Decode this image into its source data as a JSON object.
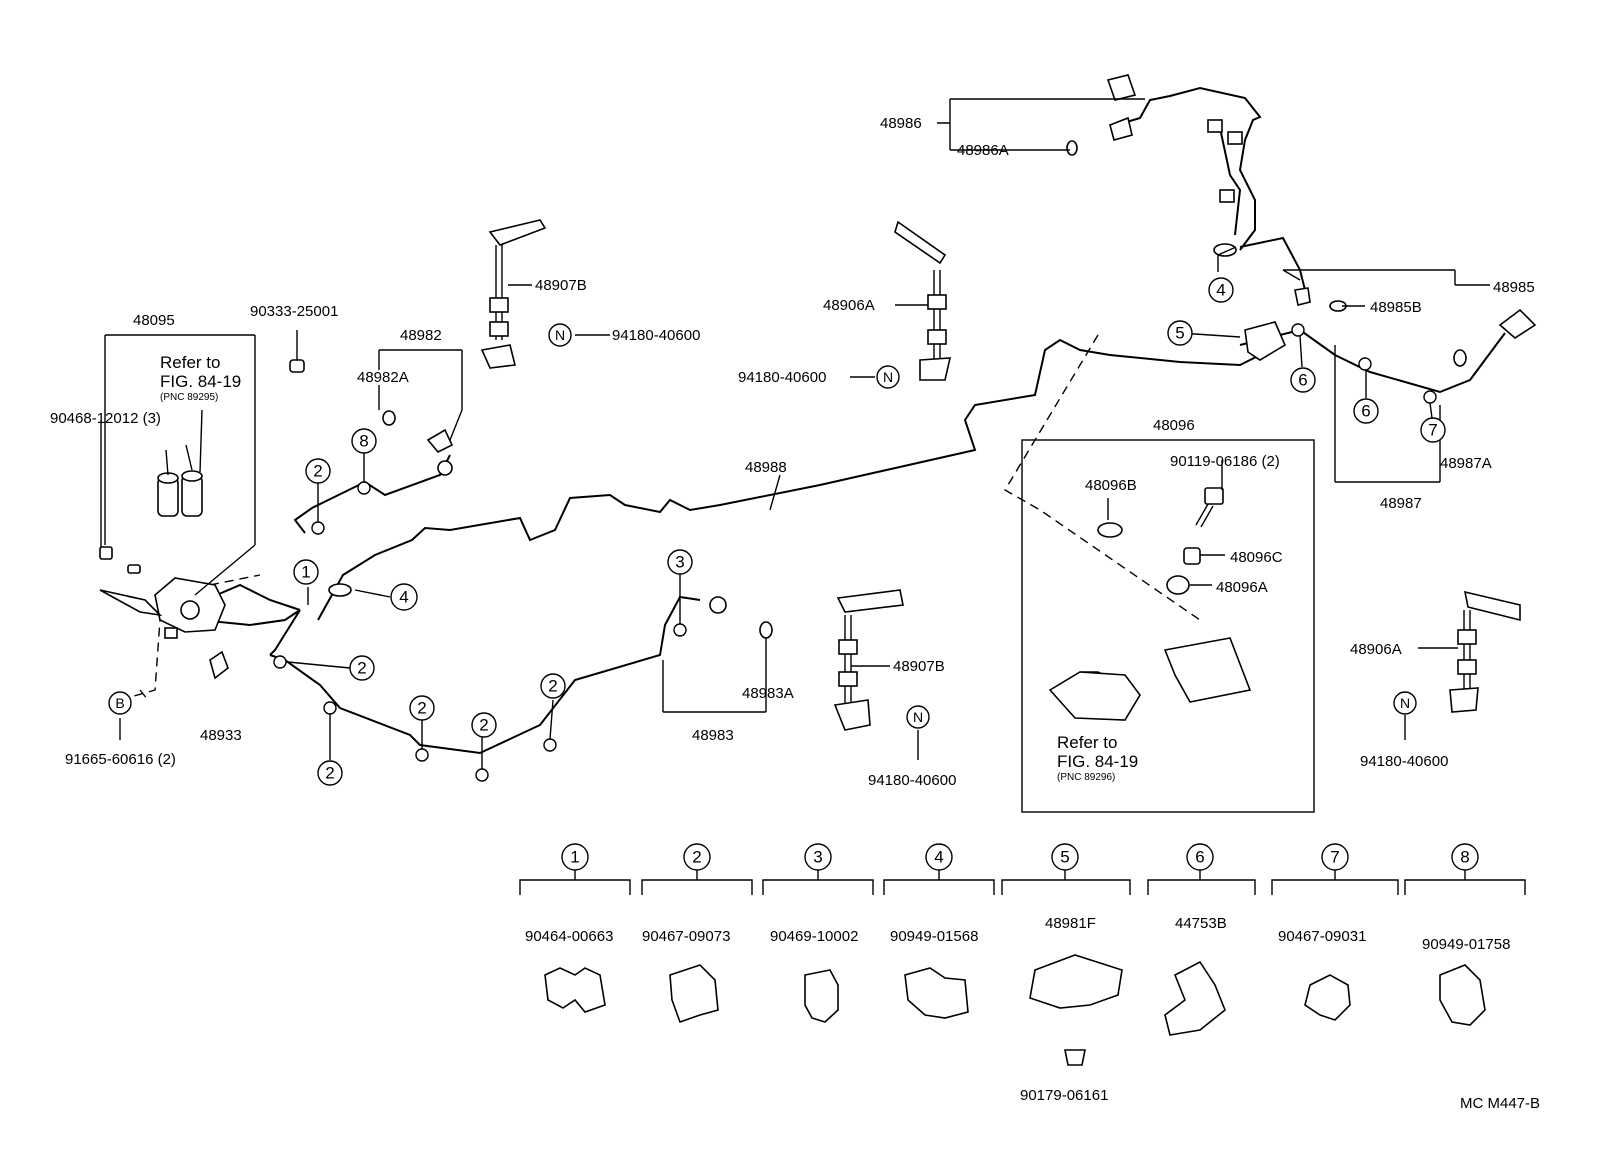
{
  "labels": {
    "p48986": "48986",
    "p48986a": "48986A",
    "p48985": "48985",
    "p48985b": "48985B",
    "p48907b_top": "48907B",
    "p94180_top": "94180-40600",
    "p48906a_mid": "48906A",
    "p94180_mid": "94180-40600",
    "p48095": "48095",
    "p90333": "90333-25001",
    "p48982": "48982",
    "p48982a": "48982A",
    "refer_left_1": "Refer to",
    "refer_left_2": "FIG. 84-19",
    "refer_left_pnc": "(PNC 89295)",
    "p90468": "90468-12012 (3)",
    "p48988": "48988",
    "p48096": "48096",
    "p90119": "90119-06186 (2)",
    "p48096b": "48096B",
    "p48096c": "48096C",
    "p48096a": "48096A",
    "refer_right_1": "Refer to",
    "refer_right_2": "FIG. 84-19",
    "refer_right_pnc": "(PNC 89296)",
    "p48987a": "48987A",
    "p48987": "48987",
    "p48906a_right": "48906A",
    "p94180_right": "94180-40600",
    "p48907b_bot": "48907B",
    "p94180_bot": "94180-40600",
    "p48983a": "48983A",
    "p48983": "48983",
    "p48933": "48933",
    "p91665": "91665-60616 (2)",
    "footer_code": "MC M447-B"
  },
  "callouts": {
    "c1": "1",
    "c2": "2",
    "c3": "3",
    "c4": "4",
    "c5": "5",
    "c6": "6",
    "c7": "7",
    "c8": "8",
    "cN": "N",
    "cB": "B"
  },
  "clamp_legend": [
    {
      "num": "1",
      "part": "90464-00663"
    },
    {
      "num": "2",
      "part": "90467-09073"
    },
    {
      "num": "3",
      "part": "90469-10002"
    },
    {
      "num": "4",
      "part": "90949-01568"
    },
    {
      "num": "5",
      "part": "48981F",
      "sub_part": "90179-06161"
    },
    {
      "num": "6",
      "part": "44753B"
    },
    {
      "num": "7",
      "part": "90467-09031"
    },
    {
      "num": "8",
      "part": "90949-01758"
    }
  ]
}
